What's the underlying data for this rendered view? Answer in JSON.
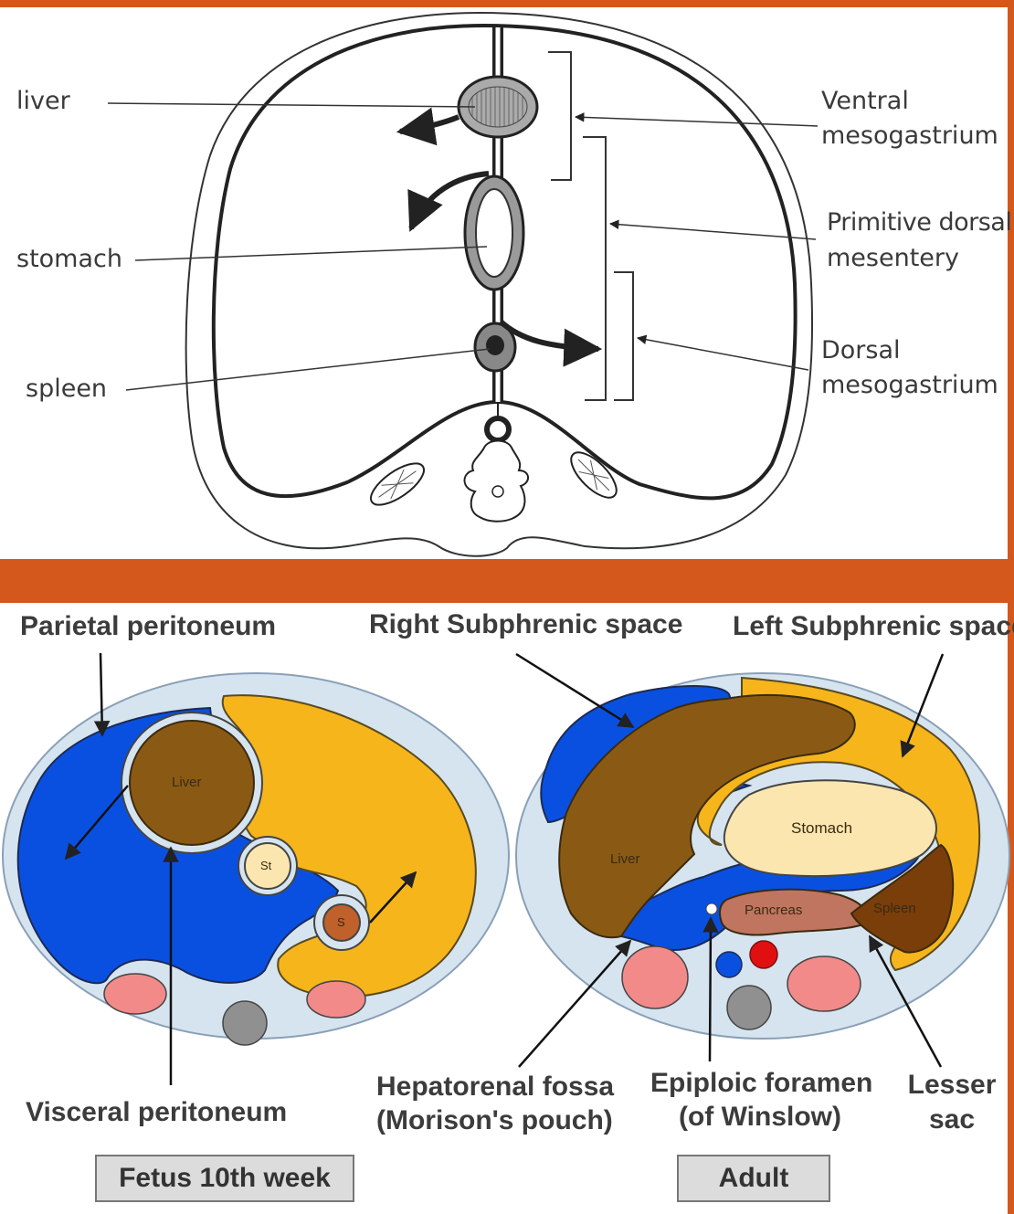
{
  "colors": {
    "frame_orange": "#d4581c",
    "peritoneal_blue": "#0a50e0",
    "sac_yellow": "#f5b51b",
    "liver_brown": "#8a5a14",
    "stomach_cream": "#fbe6b0",
    "pancreas_salmon": "#c07560",
    "kidney_pink": "#f28a8a",
    "spine_grey": "#909090",
    "vessel_red": "#e01010"
  },
  "top_diagram": {
    "labels": {
      "liver": "liver",
      "stomach": "stomach",
      "spleen": "spleen",
      "ventral_1": "Ventral",
      "ventral_2": "mesogastrium",
      "primitive_1": "Primitive dorsal",
      "primitive_2": "mesentery",
      "dorsal_1": "Dorsal",
      "dorsal_2": "mesogastrium"
    }
  },
  "bottom_diagram": {
    "labels": {
      "parietal": "Parietal peritoneum",
      "right_subphrenic": "Right Subphrenic space",
      "left_subphrenic": "Left Subphrenic space",
      "visceral": "Visceral peritoneum",
      "hepatorenal_1": "Hepatorenal fossa",
      "hepatorenal_2": "(Morison's pouch)",
      "epiploic_1": "Epiploic foramen",
      "epiploic_2": "(of Winslow)",
      "lesser_1": "Lesser",
      "lesser_2": "sac"
    },
    "organ_labels": {
      "fetus_liver": "Liver",
      "fetus_stomach": "St",
      "fetus_spleen": "S",
      "adult_liver": "Liver",
      "adult_stomach": "Stomach",
      "adult_pancreas": "Pancreas",
      "adult_spleen": "Spleen"
    },
    "captions": {
      "fetus": "Fetus 10th week",
      "adult": "Adult"
    }
  }
}
